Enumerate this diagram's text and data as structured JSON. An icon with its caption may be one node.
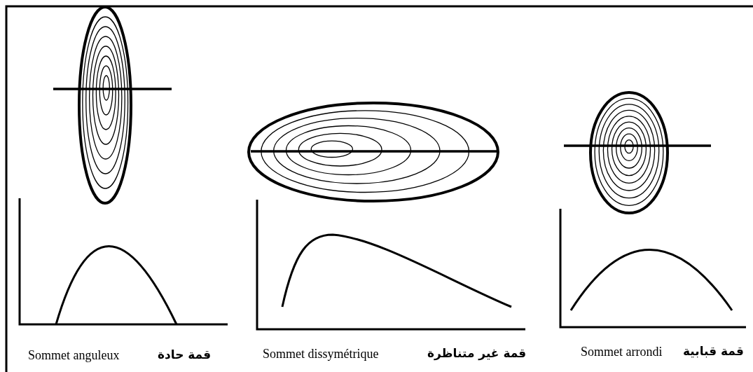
{
  "diagram": {
    "labels": [
      "Sommet anguleux",
      "قمة حادة",
      "Sommet dissymétrique",
      "قمة غير متناظرة",
      "Sommet arrondi",
      "قمة قبابية"
    ]
  }
}
